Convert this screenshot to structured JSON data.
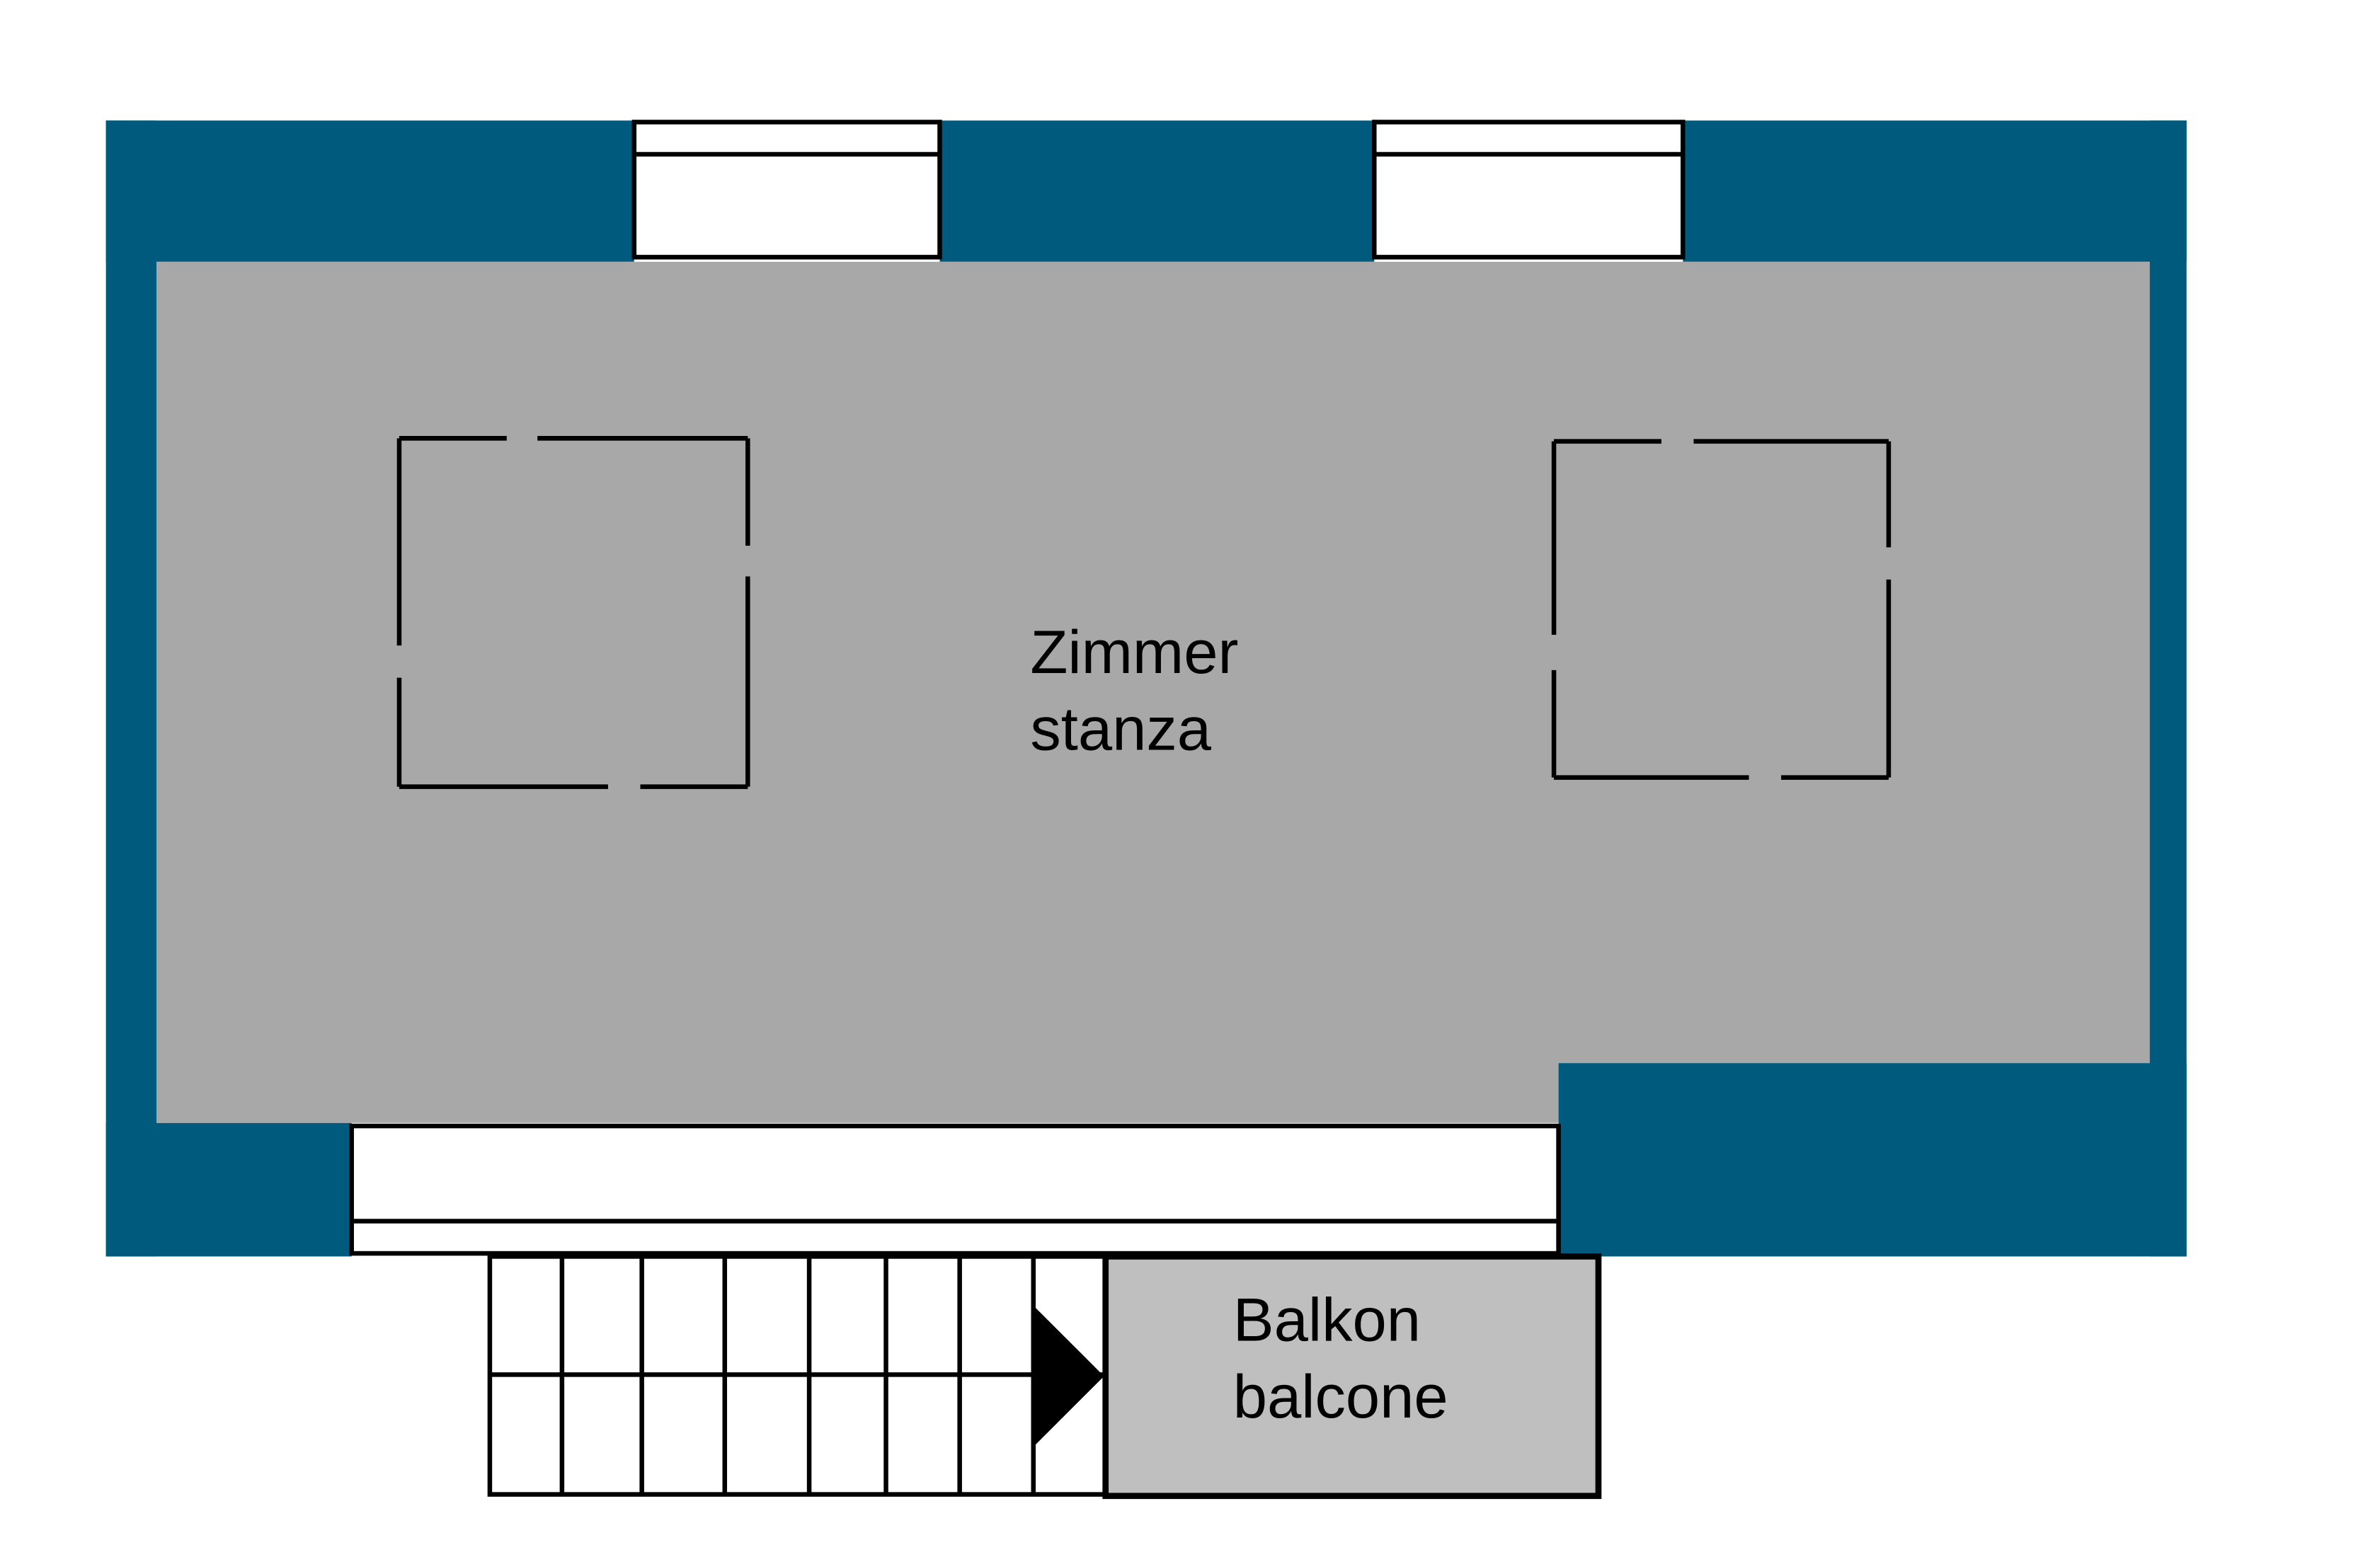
{
  "floorplan": {
    "rooms": {
      "main": {
        "name_de": "Zimmer",
        "name_it": "stanza"
      },
      "balcony": {
        "name_de": "Balkon",
        "name_it": "balcone"
      }
    },
    "skylights_count": 2,
    "stair_steps": 8
  },
  "colors": {
    "wall": "#005a7e",
    "room_floor": "#a8a8a8",
    "balcony_floor": "#bfbfbf",
    "background": "#ffffff",
    "line": "#000000"
  }
}
